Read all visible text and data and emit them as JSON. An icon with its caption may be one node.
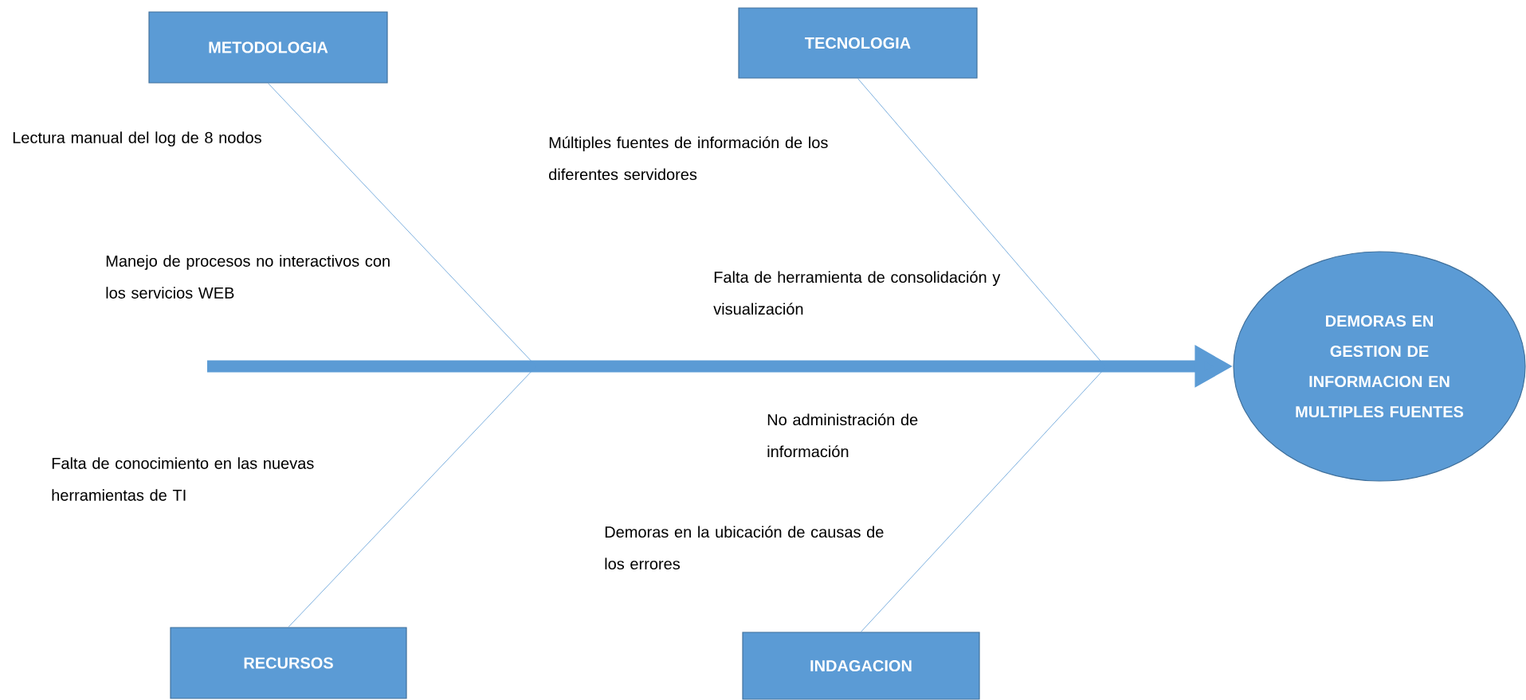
{
  "diagram": {
    "nodes": [
      {
        "text": [
          "METODOLOGIA"
        ]
      },
      {
        "text": [
          "TECNOLOGIA"
        ]
      },
      {
        "text": [
          "RECURSOS"
        ]
      },
      {
        "text": [
          "INDAGACION"
        ]
      },
      {
        "text": [
          "DEMORAS EN GESTION DE INFORMACION EN MULTIPLES FUENTES"
        ]
      }
    ],
    "edges": [
      {
        "from": null,
        "to": 4,
        "arrow": "to",
        "style": "thick"
      },
      {
        "from": 0,
        "to": null,
        "arrow": "none"
      },
      {
        "from": 1,
        "to": null,
        "arrow": "none"
      },
      {
        "from": 2,
        "to": null,
        "arrow": "none"
      },
      {
        "from": 3,
        "to": null,
        "arrow": "none"
      }
    ],
    "labels": [
      "Lectura manual del log de 8 nodos",
      "Múltiples fuentes de información de los diferentes servidores",
      "Manejo de procesos no interactivos con los servicios WEB",
      "Falta de herramienta de consolidación y visualización",
      "No administración de información",
      "Falta de conocimiento en las nuevas herramientas de TI",
      "Demoras en la ubicación de causas de los errores"
    ]
  }
}
